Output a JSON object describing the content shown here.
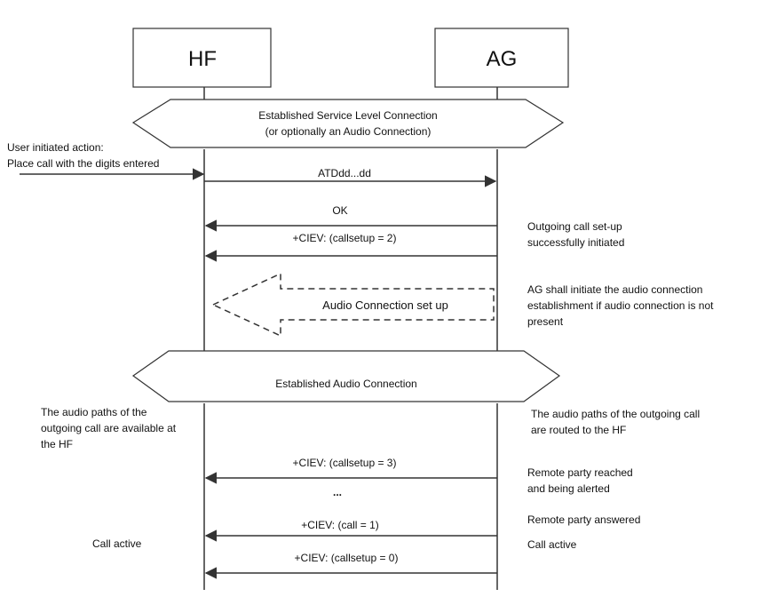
{
  "participants": {
    "hf": "HF",
    "ag": "AG"
  },
  "phases": {
    "slc_line1": "Established Service Level Connection",
    "slc_line2": "(or optionally an Audio Connection)",
    "audio": "Established Audio Connection"
  },
  "user_action": {
    "line1": "User initiated action:",
    "line2": "Place call with the digits entered"
  },
  "messages": {
    "atd": "ATDdd...dd",
    "ok": "OK",
    "ciev_setup2": "+CIEV: (callsetup = 2)",
    "audio_setup": "Audio Connection set up",
    "ciev_setup3": "+CIEV: (callsetup = 3)",
    "ellipsis": "...",
    "ciev_call1": "+CIEV: (call = 1)",
    "ciev_setup0": "+CIEV: (callsetup = 0)"
  },
  "notes": {
    "ag_setup_line1": "Outgoing call set-up",
    "ag_setup_line2": "successfully initiated",
    "ag_audio_line1": "AG shall initiate the audio connection",
    "ag_audio_line2": "establishment if audio connection is not",
    "ag_audio_line3": "present",
    "hf_paths_line1": "The audio paths of the",
    "hf_paths_line2": "outgoing call are available at",
    "hf_paths_line3": "the HF",
    "ag_paths_line1": "The audio paths of the outgoing call",
    "ag_paths_line2": "are routed to the HF",
    "ag_reached_line1": "Remote party reached",
    "ag_reached_line2": "and being alerted",
    "ag_answered": "Remote party answered",
    "ag_active": "Call active",
    "hf_active": "Call active"
  }
}
